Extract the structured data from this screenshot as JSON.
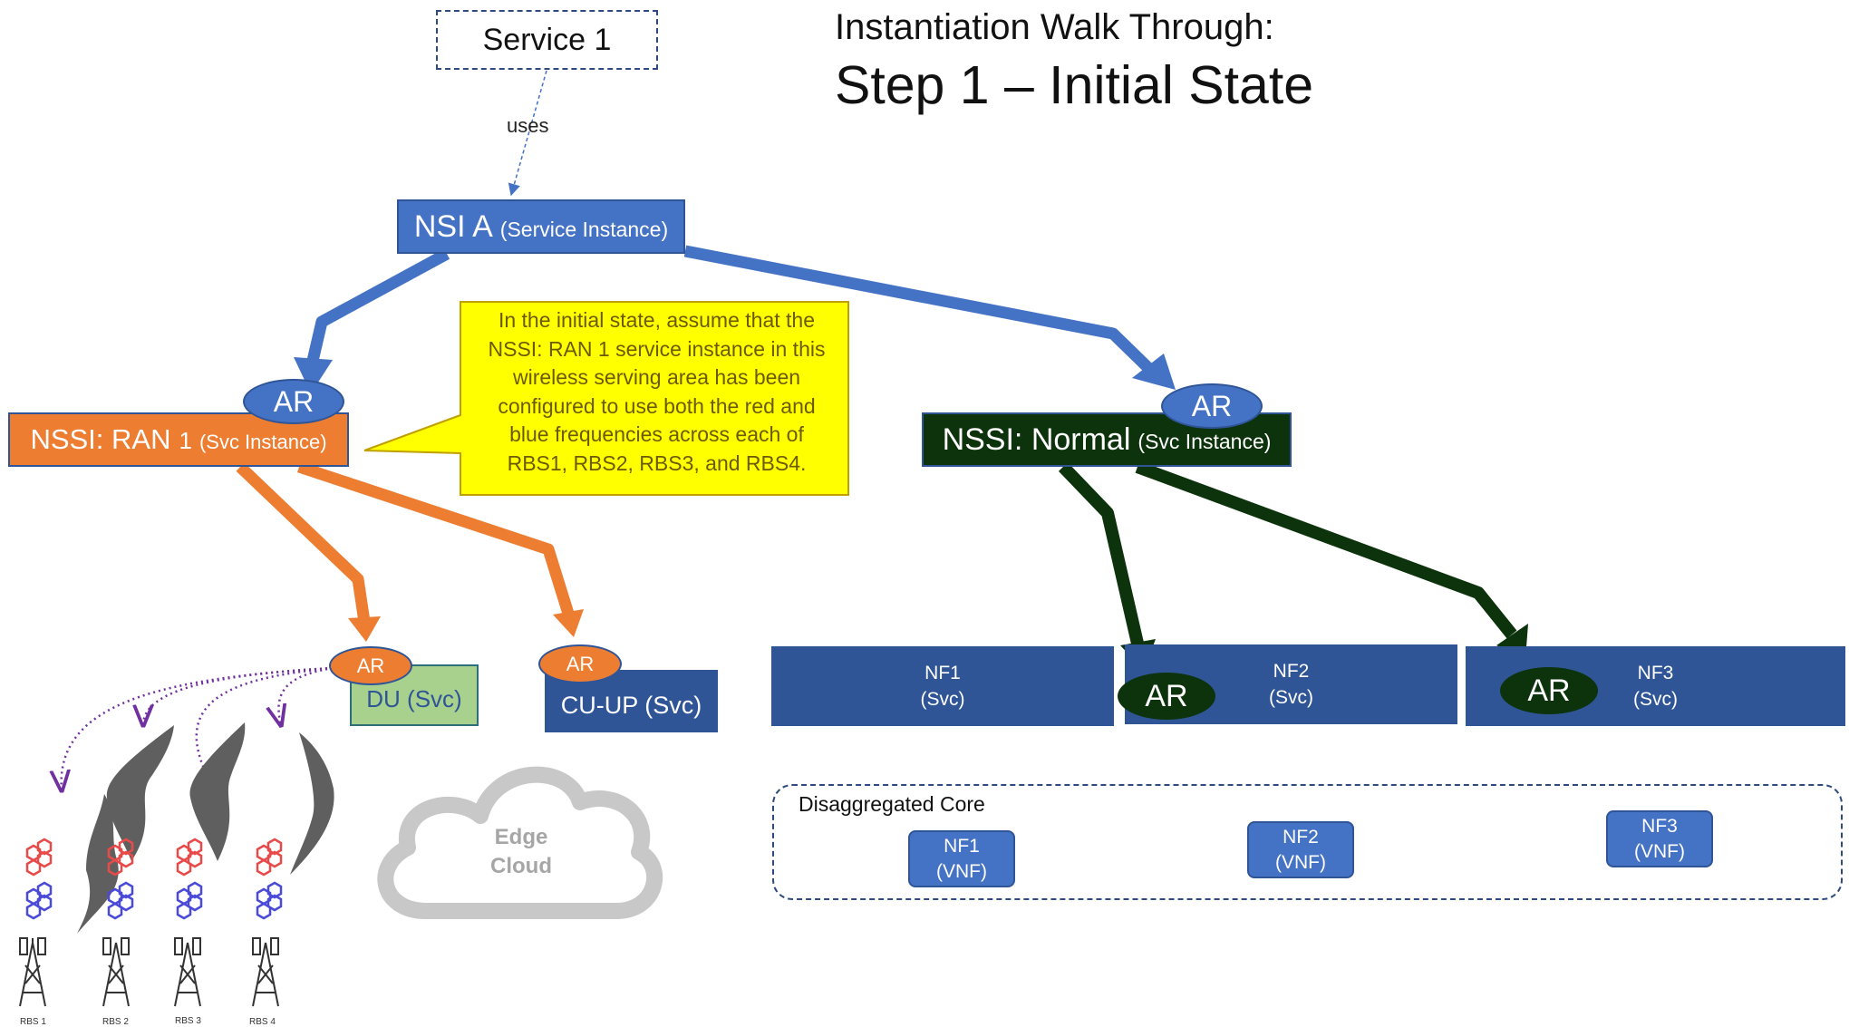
{
  "title": {
    "line1": "Instantiation Walk Through:",
    "line2": "Step 1 – Initial State"
  },
  "service": {
    "label": "Service 1",
    "uses_label": "uses"
  },
  "nsi": {
    "name": "NSI A",
    "qualifier": "(Service Instance)"
  },
  "ar_label": "AR",
  "nssi_ran": {
    "name": "NSSI: RAN",
    "index": "1",
    "qualifier": "(Svc Instance)"
  },
  "nssi_normal": {
    "name": "NSSI: Normal",
    "qualifier": "(Svc Instance)"
  },
  "callout": {
    "lines": [
      "In the initial state, assume that the",
      "NSSI: RAN 1 service instance in this",
      "wireless serving area has been",
      "configured to use both the red and",
      "blue frequencies across each of",
      "RBS1, RBS2, RBS3, and RBS4."
    ]
  },
  "ran_components": {
    "du": "DU (Svc)",
    "cuup": "CU-UP (Svc)"
  },
  "nf_services": [
    {
      "name": "NF1",
      "type": "(Svc)"
    },
    {
      "name": "NF2",
      "type": "(Svc)"
    },
    {
      "name": "NF3",
      "type": "(Svc)"
    }
  ],
  "core": {
    "label": "Disaggregated Core",
    "vnfs": [
      {
        "name": "NF1",
        "type": "(VNF)"
      },
      {
        "name": "NF2",
        "type": "(VNF)"
      },
      {
        "name": "NF3",
        "type": "(VNF)"
      }
    ]
  },
  "edge_cloud": {
    "line1": "Edge",
    "line2": "Cloud"
  },
  "rbs": [
    "RBS 1",
    "RBS 2",
    "RBS 3",
    "RBS 4"
  ],
  "colors": {
    "nsi_blue": "#4472c4",
    "border_blue": "#2f5597",
    "ran_orange": "#ed7d31",
    "normal_green": "#0c330c",
    "callout_yellow": "#ffff00",
    "du_green": "#a9d18e",
    "dotted_purple": "#7030a0"
  }
}
